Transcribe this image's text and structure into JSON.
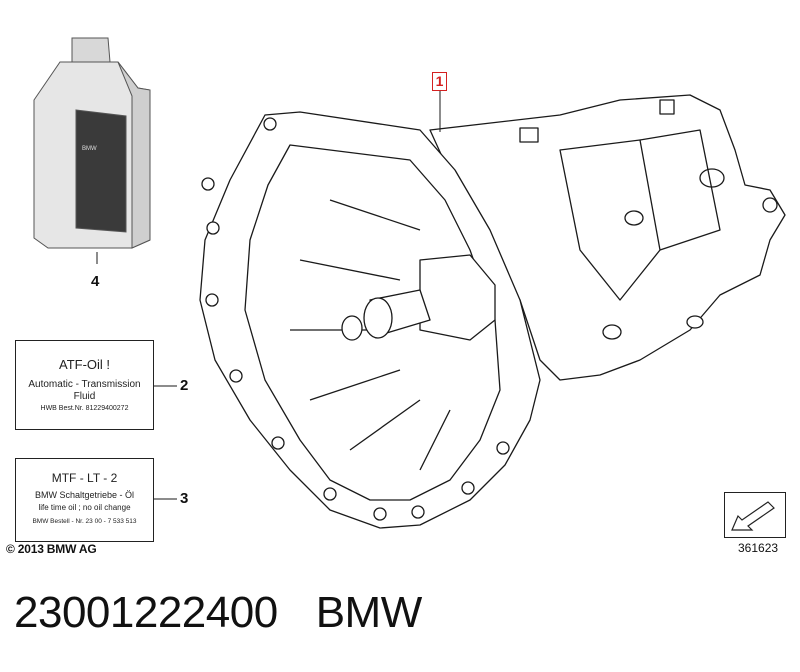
{
  "callouts": {
    "item1": "1",
    "item2": "2",
    "item3": "3",
    "item4": "4"
  },
  "atf_label": {
    "title": "ATF-Oil !",
    "line1": "Automatic - Transmission",
    "line2": "Fluid",
    "line3": "HWB Best.Nr. 81229400272"
  },
  "mtf_label": {
    "title": "MTF - LT - 2",
    "line1": "BMW Schaltgetriebe - Öl",
    "line2": "life time oil ; no oil change",
    "line3": "BMW Bestell - Nr.  23 00 - 7 533 513"
  },
  "bottle": {
    "brand_text": "BMW"
  },
  "copyright": "© 2013 BMW AG",
  "diagram_number": "361623",
  "footer": {
    "part_number": "23001222400",
    "brand": "BMW"
  },
  "colors": {
    "callout_red": "#d42020",
    "line_dark": "#222222",
    "bottle_label": "#3a3a3a"
  },
  "icons": [
    "oil-bottle-icon",
    "transmission-illustration",
    "arrow-direction-icon"
  ]
}
